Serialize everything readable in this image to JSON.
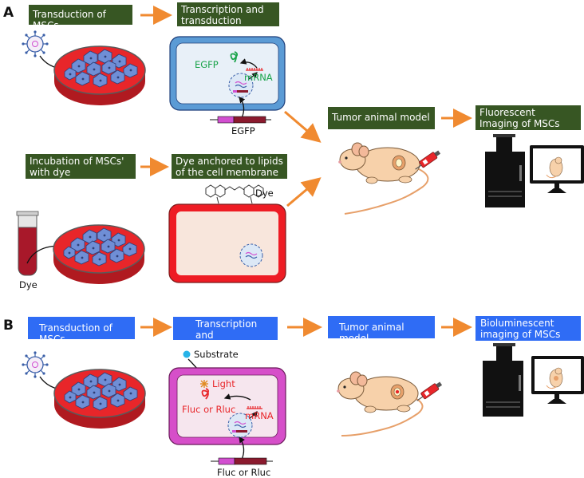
{
  "panels": {
    "a": "A",
    "b": "B"
  },
  "section_a": {
    "step1": "Transduction of MSCs",
    "step2": "Transcription and transduction",
    "step3": "Incubation of MSCs' with dye",
    "step4": "Dye anchored to lipids of the cell membrane",
    "step5": "Tumor animal model",
    "step6": "Fluorescent Imaging of MSCs",
    "egfp_protein": "EGFP",
    "mrna": "mRNA",
    "gene": "EGFP",
    "dye_molecule": "Dye",
    "dye_tube": "Dye"
  },
  "section_b": {
    "step1": "Transduction of MSCs",
    "step2": "Transcription and transduction",
    "step3": "Tumor animal model",
    "step4": "Bioluminescent imaging of MSCs",
    "substrate": "Substrate",
    "light": "Light",
    "protein": "Fluc or Rluc",
    "mrna": "mRNA",
    "gene": "Fluc or Rluc"
  },
  "colors": {
    "green_box": "#375623",
    "blue_box": "#2f6cf5",
    "arrow": "#f08a30",
    "dish": "#e8262a",
    "cell": "#6f8ed6",
    "egfp": "#1aa34a",
    "luc": "#e8262a",
    "cell_wall_a": "#5b9bd5",
    "cell_wall_dye": "#ee1c24",
    "cell_wall_b": "#d64fc9"
  }
}
